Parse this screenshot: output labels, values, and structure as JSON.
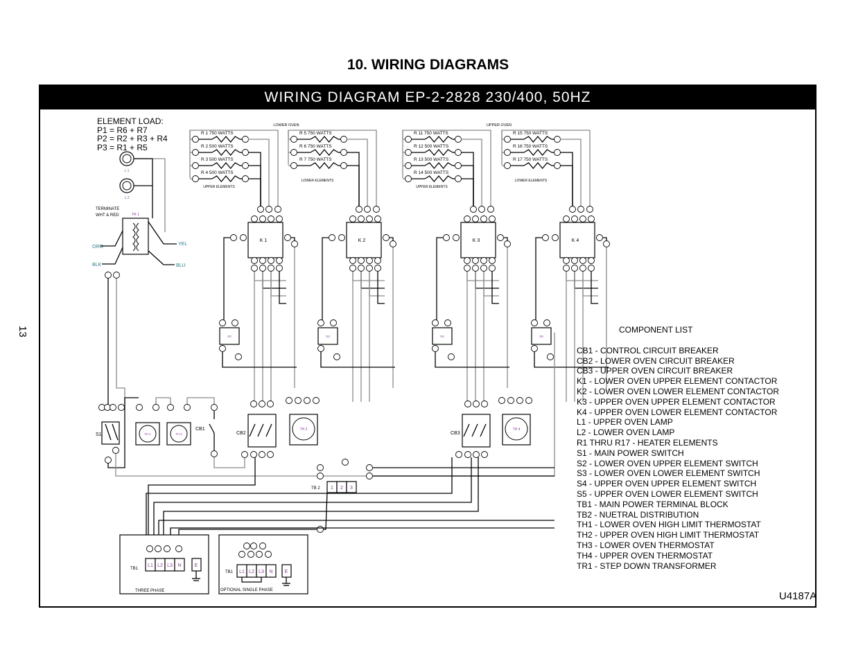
{
  "page": {
    "title": "10. WIRING DIAGRAMS",
    "page_number": "13",
    "drawing_code": "U4187A"
  },
  "banner": {
    "title": "WIRING DIAGRAM EP-2-2828 230/400, 50HZ"
  },
  "element_load": {
    "heading": "ELEMENT LOAD:",
    "lines": [
      "P1 = R6 + R7",
      "P2 = R2 + R3 + R4",
      "P3 = R1 + R5"
    ]
  },
  "ovens": [
    {
      "oven_label": "LOWER OVEN",
      "groups": [
        {
          "contactor": "K 1",
          "switch": "S2",
          "caption": "UPPER ELEMENTS",
          "resistors": [
            "R 1  750 WATTS",
            "R 2  500 WATTS",
            "R 3  500 WATTS",
            "R 4  500 WATTS"
          ]
        },
        {
          "contactor": "K 2",
          "switch": "S3",
          "caption": "LOWER ELEMENTS",
          "resistors": [
            "R 5  750 WATTS",
            "R 6  750 WATTS",
            "R 7  750 WATTS"
          ]
        }
      ]
    },
    {
      "oven_label": "UPPER OVEN",
      "groups": [
        {
          "contactor": "K 3",
          "switch": "S4",
          "caption": "UPPER ELEMENTS",
          "resistors": [
            "R 11  750 WATTS",
            "R 12  500 WATTS",
            "R 13  500 WATTS",
            "R 14  500 WATTS"
          ]
        },
        {
          "contactor": "K 4",
          "switch": "S5",
          "caption": "LOWER ELEMENTS",
          "resistors": [
            "R 15  750 WATTS",
            "R 16  750 WATTS",
            "R 17  750 WATTS"
          ]
        }
      ]
    }
  ],
  "labels": {
    "lamp1": "L 1",
    "lamp2": "L 2",
    "terminate1": "TERMINATE",
    "terminate2": "WHT & RED",
    "tr1": "TR 1",
    "org": "ORG",
    "blk": "BLK",
    "yel": "YEL",
    "blu": "BLU",
    "s1": "S1",
    "th1": "TH 1",
    "th2": "TH 2",
    "th3": "TH 3",
    "th4": "TH 4",
    "cb1": "CB1",
    "cb2": "CB2",
    "cb3": "CB3",
    "tb2": "TB 2",
    "tb2_terms": [
      "1",
      "2",
      "3"
    ],
    "tb1": "TB1",
    "tb1_terms": [
      "L1",
      "L2",
      "L3",
      "N"
    ],
    "earth": "E",
    "three_phase": "THREE PHASE",
    "single_phase": "OPTIONAL SINGLE PHASE"
  },
  "component_list": {
    "heading": "COMPONENT LIST",
    "items": [
      "CB1 - CONTROL CIRCUIT BREAKER",
      "CB2 - LOWER OVEN CIRCUIT BREAKER",
      "CB3 - UPPER OVEN CIRCUIT BREAKER",
      "K1 - LOWER OVEN UPPER ELEMENT CONTACTOR",
      "K2 - LOWER OVEN LOWER ELEMENT CONTACTOR",
      "K3 - UPPER OVEN UPPER ELEMENT CONTACTOR",
      "K4 - UPPER OVEN LOWER ELEMENT CONTACTOR",
      "L1 - UPPER OVEN LAMP",
      "L2 - LOWER OVEN LAMP",
      "R1 THRU R17 - HEATER ELEMENTS",
      "S1 - MAIN POWER SWITCH",
      "S2 - LOWER OVEN UPPER ELEMENT SWITCH",
      "S3 - LOWER OVEN LOWER ELEMENT SWITCH",
      "S4 - UPPER OVEN UPPER ELEMENT SWITCH",
      "S5 - UPPER OVEN LOWER ELEMENT SWITCH",
      "TB1 - MAIN POWER TERMINAL BLOCK",
      "TB2 - NUETRAL DISTRIBUTION",
      "TH1 - LOWER OVEN HIGH LIMIT THERMOSTAT",
      "TH2 - UPPER OVEN HIGH LIMIT THERMOSTAT",
      "TH3 - LOWER OVEN THERMOSTAT",
      "TH4 - UPPER OVEN THERMOSTAT",
      "TR1 - STEP DOWN TRANSFORMER"
    ]
  },
  "colors": {
    "wire_gray": "#8a8a8a",
    "terminal_purple": "#8a3c9a",
    "label_teal": "#2a7a8a"
  }
}
